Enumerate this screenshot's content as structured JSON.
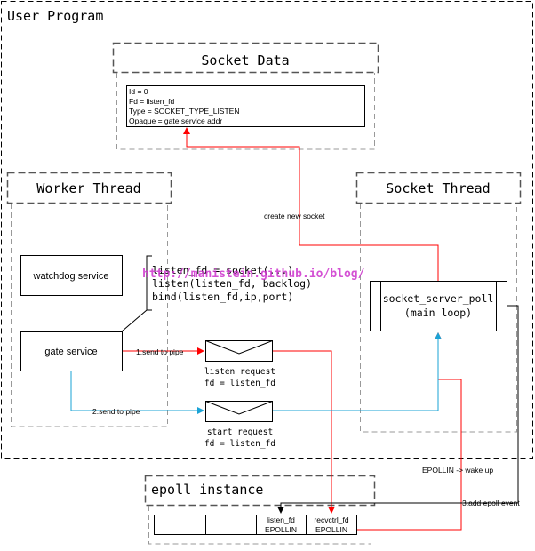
{
  "user_program": {
    "title": "User Program"
  },
  "socket_data": {
    "title": "Socket Data",
    "fields": [
      "Id = 0",
      "Fd = listen_fd",
      "Type = SOCKET_TYPE_LISTEN",
      "Opaque = gate service addr"
    ]
  },
  "worker_thread": {
    "title": "Worker Thread",
    "watchdog_label": "watchdog service",
    "gate_label": "gate service",
    "code_lines": [
      "listen_fd = socket(...)",
      "listen(listen_fd, backlog)",
      "bind(listen_fd,ip,port)"
    ]
  },
  "socket_thread": {
    "title": "Socket Thread",
    "poll_line1": "socket_server_poll",
    "poll_line2": "(main loop)"
  },
  "watermark": "http://manistein.github.io/blog/",
  "pipe": {
    "listen_request_line1": "listen request",
    "listen_request_line2": "fd = listen_fd",
    "start_request_line1": "start request",
    "start_request_line2": "fd = listen_fd"
  },
  "arrows": {
    "send1": "1.send to pipe",
    "send2": "2.send to pipe",
    "create_socket": "create new socket",
    "wake_up": "EPOLLIN -> wake up",
    "add_epoll": "3.add epoll event"
  },
  "epoll": {
    "title": "epoll instance",
    "cell1_line1": "listen_fd",
    "cell1_line2": "EPOLLIN",
    "cell2_line1": "recvctrl_fd",
    "cell2_line2": "EPOLLIN"
  },
  "colors": {
    "red": "#ff0000",
    "blue": "#1aa3d6",
    "watermark": "#cc33cc",
    "border": "#000000",
    "dash": "#555555"
  }
}
